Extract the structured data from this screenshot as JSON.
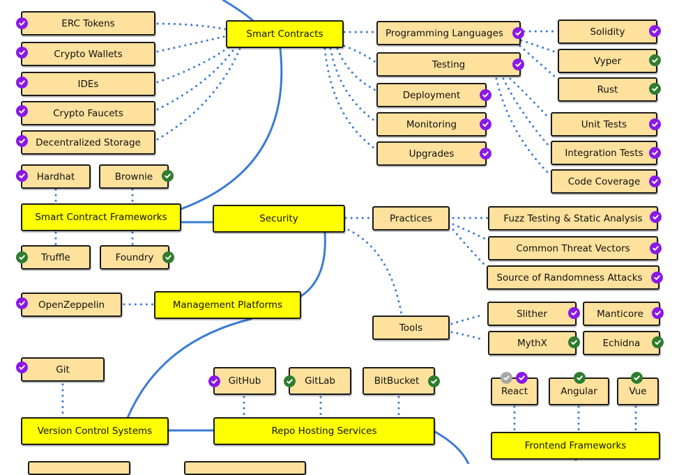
{
  "colors": {
    "topic_fill": "#ffff00",
    "subtopic_fill": "#fde19c",
    "border": "#1a1a1a",
    "edge": "#3a7bd5",
    "badge_purple": "#8a19e8",
    "badge_green": "#2e7d2e",
    "badge_gray": "#a6a6a6"
  },
  "badge_legend": {
    "purple": "personal-recommendation-check",
    "green": "alternative-option-check",
    "gray": "order-not-strict-check"
  },
  "topics": {
    "smart_contracts": "Smart Contracts",
    "frameworks": "Smart Contract Frameworks",
    "security": "Security",
    "management": "Management Platforms",
    "vcs": "Version Control Systems",
    "repo_hosting": "Repo Hosting Services",
    "frontend": "Frontend Frameworks"
  },
  "subtopics": {
    "erc_tokens": "ERC Tokens",
    "crypto_wallets": "Crypto Wallets",
    "ides": "IDEs",
    "crypto_faucets": "Crypto Faucets",
    "decentralized_storage": "Decentralized Storage",
    "programming_languages": "Programming Languages",
    "testing": "Testing",
    "deployment": "Deployment",
    "monitoring": "Monitoring",
    "upgrades": "Upgrades",
    "solidity": "Solidity",
    "vyper": "Vyper",
    "rust": "Rust",
    "unit_tests": "Unit Tests",
    "integration_tests": "Integration Tests",
    "code_coverage": "Code Coverage",
    "hardhat": "Hardhat",
    "brownie": "Brownie",
    "truffle": "Truffle",
    "foundry": "Foundry",
    "practices": "Practices",
    "fuzz_testing": "Fuzz Testing & Static Analysis",
    "threat_vectors": "Common Threat Vectors",
    "randomness_attacks": "Source of Randomness Attacks",
    "tools": "Tools",
    "slither": "Slither",
    "manticore": "Manticore",
    "mythx": "MythX",
    "echidna": "Echidna",
    "openzeppelin": "OpenZeppelin",
    "git": "Git",
    "github": "GitHub",
    "gitlab": "GitLab",
    "bitbucket": "BitBucket",
    "react": "React",
    "angular": "Angular",
    "vue": "Vue"
  }
}
